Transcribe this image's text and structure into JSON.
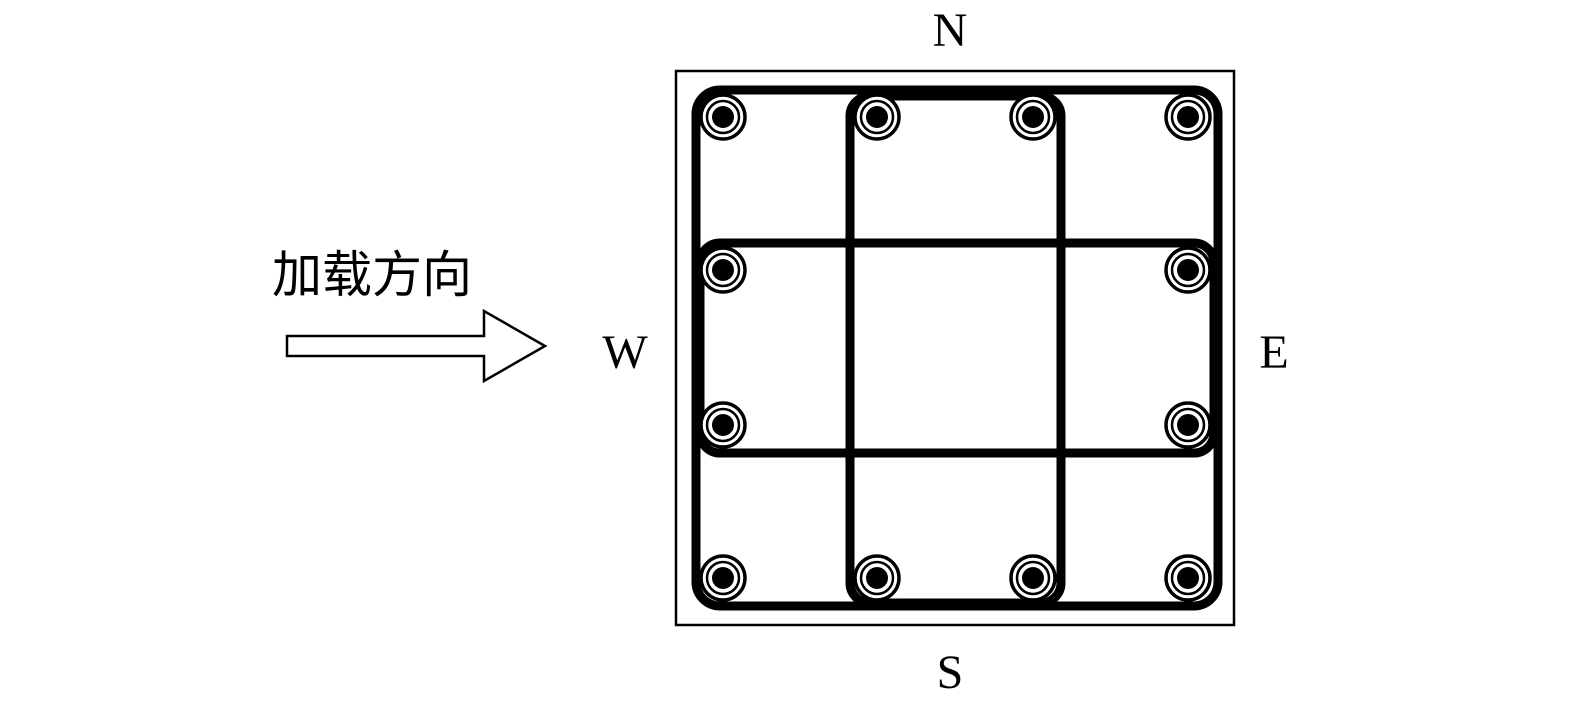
{
  "labels": {
    "north": "N",
    "south": "S",
    "west": "W",
    "east": "E",
    "load_direction": "加载方向"
  },
  "colors": {
    "ink": "#000000",
    "paper": "#ffffff"
  },
  "rebar_count": 12,
  "hoop_count": 3
}
